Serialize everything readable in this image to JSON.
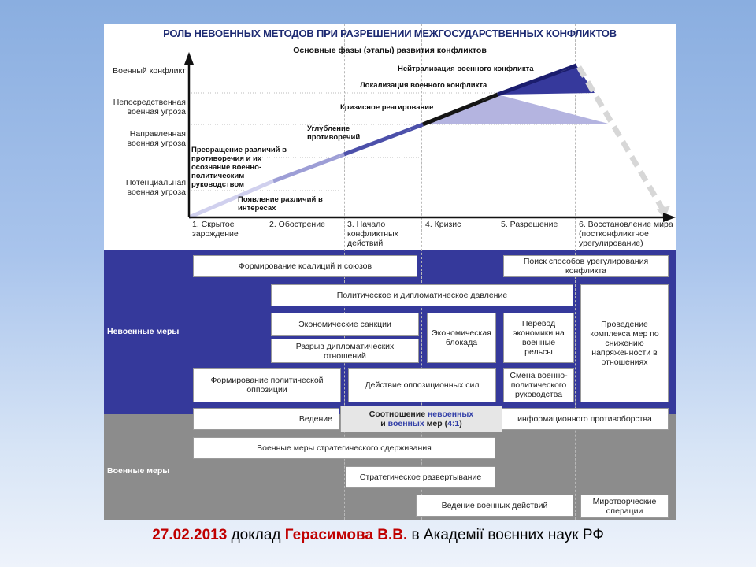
{
  "title": "РОЛЬ НЕВОЕННЫХ МЕТОДОВ ПРИ РАЗРЕШЕНИИ МЕЖГОСУДАРСТВЕННЫХ КОНФЛИКТОВ",
  "subtitle": "Основные фазы (этапы) развития конфликтов",
  "y_levels": [
    "Военный конфликт",
    "Непосредственная военная угроза",
    "Направленная военная угроза",
    "Потенциальная военная угроза"
  ],
  "phase_labels": {
    "p1": "Появление различий в интересах",
    "p2": "Превращение различий в противоречия и их осознание военно-политическим руководством",
    "p3": "Углубление противоречий",
    "p4": "Кризисное реагирование",
    "p5": "Локализация военного конфликта",
    "p6": "Нейтрализация военного конфликта"
  },
  "stages": [
    "1. Скрытое зарождение",
    "2. Обострение",
    "3. Начало конфликтных действий",
    "4. Кризис",
    "5. Разрешение",
    "6. Восстановление мира (постконфликтное урегулирование)"
  ],
  "nonmil_label": "Невоенные меры",
  "mil_label": "Военные меры",
  "boxes": {
    "coalitions": "Формирование коалиций и союзов",
    "search": "Поиск способов урегулирования конфликта",
    "pressure": "Политическое и дипломатическое давление",
    "econ_sanctions": "Экономические санкции",
    "econ_blockade": "Экономическая блокада",
    "transfer": "Перевод экономики на военные рельсы",
    "complex": "Проведение комплекса мер по снижению напряженности в отношениях",
    "diplo_break": "Разрыв дипломатических отношений",
    "opposition": "Формирование политической оппозиции",
    "opp_forces": "Действие оппозиционных сил",
    "leadership": "Смена военно-политического руководства",
    "info_left": "Ведение",
    "info_right": "информационного противоборства",
    "strat_deter": "Военные меры стратегического сдерживания",
    "strat_deploy": "Стратегическое развертывание",
    "war_ops": "Ведение военных действий",
    "peacekeeping": "Миротворческие операции"
  },
  "ratio": {
    "pre1": "Соотношение",
    "nonmil": "невоенных",
    "pre2": "и",
    "mil": "военных",
    "mid": "мер (",
    "value": "4:1",
    "post": ")"
  },
  "caption": {
    "date": "27.02.2013",
    "t1": " доклад ",
    "name": "Герасимова В.В.",
    "t2": " в Академії воєнних наук РФ"
  },
  "colors": {
    "navy": "#35399b",
    "gray": "#8c8c8c",
    "lavender": "#b4b4e0",
    "blue_text": "#3340a8"
  }
}
